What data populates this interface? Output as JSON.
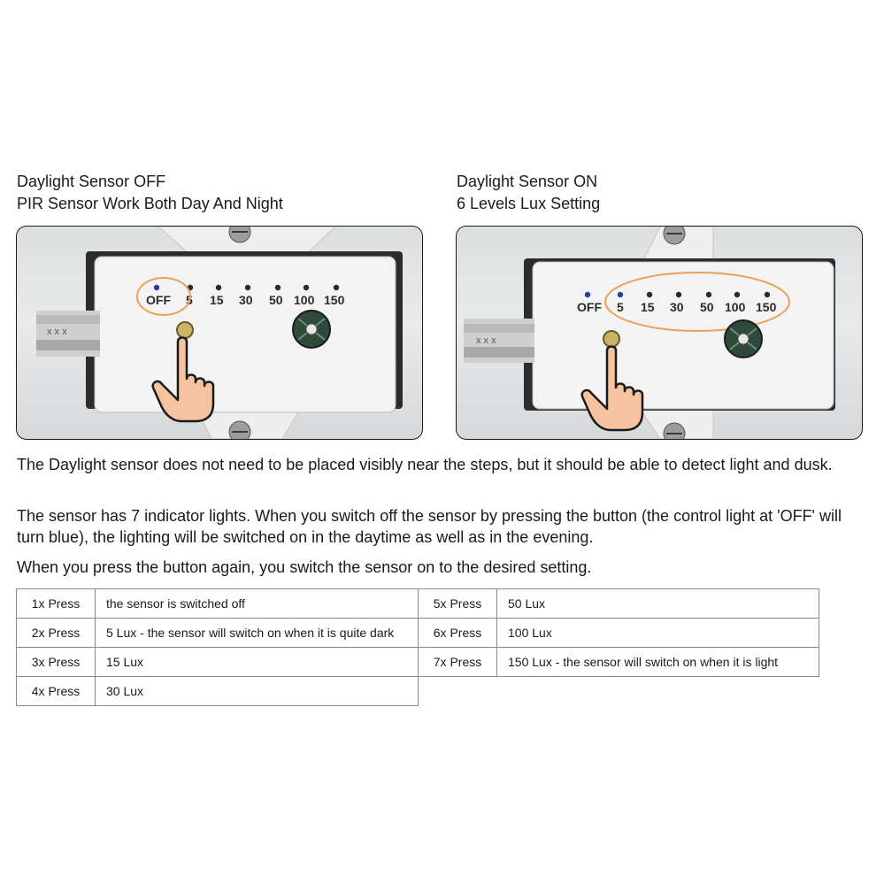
{
  "left_caption": {
    "line1": "Daylight Sensor OFF",
    "line2": "PIR Sensor Work Both Day And Night"
  },
  "right_caption": {
    "line1": "Daylight Sensor ON",
    "line2": "6 Levels Lux Setting"
  },
  "device_labels": [
    "OFF",
    "5",
    "15",
    "30",
    "50",
    "100",
    "150"
  ],
  "colors": {
    "highlight_ring": "#e8a25a",
    "indicator_blue": "#2a3f9c",
    "indicator_dark": "#2a2a2a",
    "hand_skin": "#f6c3a0"
  },
  "paragraphs": [
    "The Daylight sensor does not need to be placed visibly near the steps, but it should be able to detect light and dusk.",
    "The sensor has 7 indicator lights. When you switch off the sensor by pressing the button (the control light at 'OFF' will turn blue), the lighting will be switched on in the daytime as well as in the evening.",
    "When you press the button again, you switch the sensor on to the desired setting."
  ],
  "table_left": [
    {
      "press": "1x Press",
      "desc": "the sensor is switched off"
    },
    {
      "press": "2x Press",
      "desc": "5 Lux - the sensor will switch on when it is quite dark"
    },
    {
      "press": "3x Press",
      "desc": "15 Lux"
    },
    {
      "press": "4x Press",
      "desc": "30 Lux"
    }
  ],
  "table_right": [
    {
      "press": "5x Press",
      "desc": "50 Lux"
    },
    {
      "press": "6x Press",
      "desc": "100 Lux"
    },
    {
      "press": "7x Press",
      "desc": "150 Lux - the sensor will switch on when it is light"
    }
  ]
}
